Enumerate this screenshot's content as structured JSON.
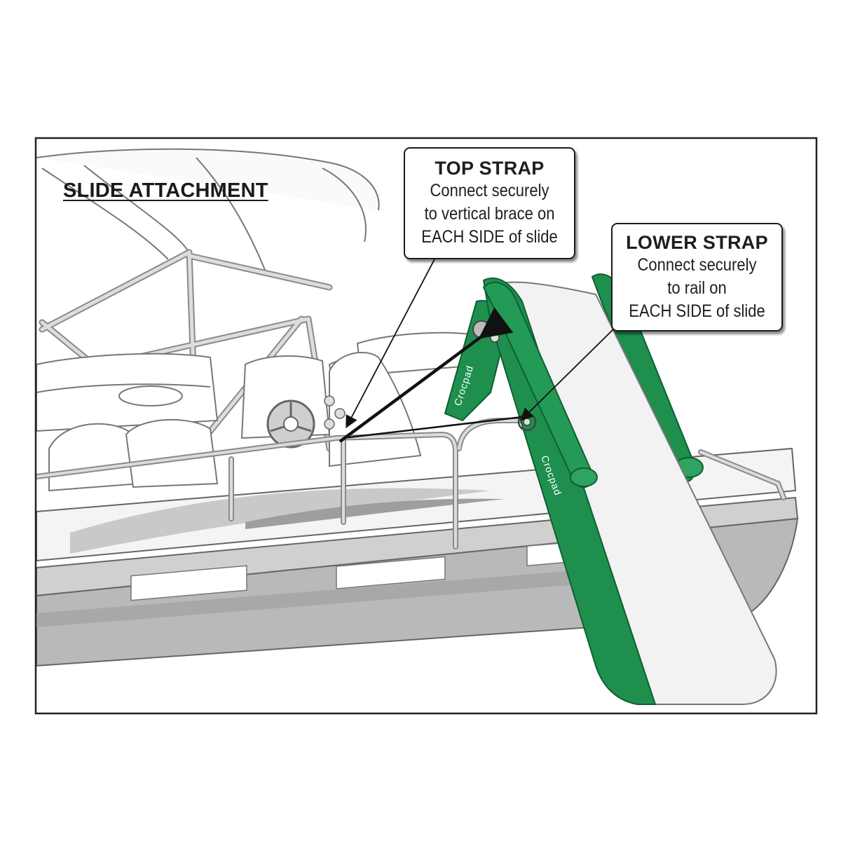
{
  "diagram": {
    "title": "SLIDE ATTACHMENT",
    "brand_label": "Crocpad",
    "colors": {
      "slide_green": "#1f8f4e",
      "slide_white": "#f2f2f2",
      "pontoon_gray": "#b9b9b9",
      "line": "#555555",
      "frame": "#222222"
    },
    "callouts": [
      {
        "id": "top-strap",
        "heading": "TOP STRAP",
        "lines": [
          "Connect securely",
          "to vertical brace on",
          "EACH SIDE of slide"
        ]
      },
      {
        "id": "lower-strap",
        "heading": "LOWER STRAP",
        "lines": [
          "Connect securely",
          "to rail on",
          "EACH SIDE of slide"
        ]
      }
    ]
  }
}
